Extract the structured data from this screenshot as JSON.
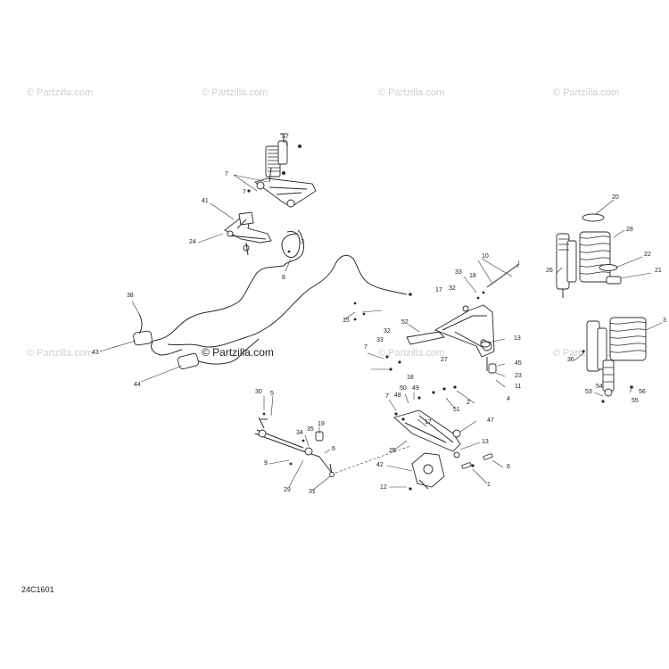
{
  "watermarks": [
    "© Partzilla.com",
    "© Partzilla.com",
    "© Partzilla.com",
    "© Partzilla.com",
    "© Partzilla.com",
    "© Partzilla.com",
    "© Partzilla.com"
  ],
  "watermark_center": "© Partzilla.com",
  "diagram_code": "24C1601",
  "callouts": [
    "57",
    "7",
    "7",
    "41",
    "24",
    "3",
    "8",
    "38",
    "43",
    "44",
    "15",
    "52",
    "33",
    "18",
    "10",
    "17",
    "32",
    "32",
    "33",
    "7",
    "18",
    "13",
    "27",
    "45",
    "23",
    "11",
    "4",
    "20",
    "28",
    "26",
    "22",
    "21",
    "3",
    "36",
    "53",
    "54",
    "56",
    "55",
    "30",
    "5",
    "34",
    "35",
    "19",
    "6",
    "9",
    "29",
    "31",
    "7",
    "48",
    "50",
    "49",
    "51",
    "2",
    "47",
    "25",
    "17",
    "13",
    "42",
    "12",
    "6",
    "1"
  ]
}
